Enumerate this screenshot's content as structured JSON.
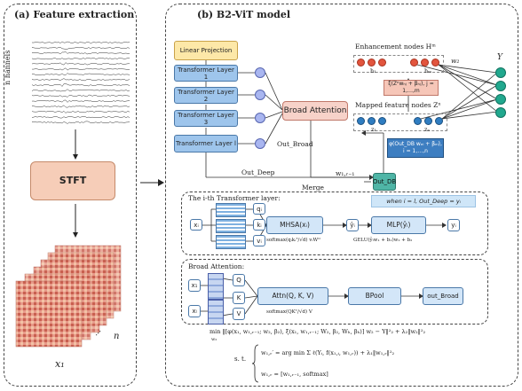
{
  "panel_a": {
    "title": "(a) Feature extraction",
    "channels_label": "n hannels",
    "stft_label": "STFT",
    "spectrogram_count_label": "n",
    "x_label": "x₁"
  },
  "panel_b": {
    "title": "(b) B2-ViT model",
    "linear_projection": "Linear Projection",
    "transformer_layers": [
      "Transformer Layer 1",
      "Transformer Layer 2",
      "Transformer Layer 3",
      "Transformer Layer l"
    ],
    "broad_attention": "Broad Attention",
    "out_broad": "Out_Broad",
    "out_deep": "Out_Deep",
    "merge": "Merge",
    "w1": "w₁,ᵣ₋₁",
    "out_db": "Out_DB",
    "enhancement_label": "Enhancement nodes Hᵐ",
    "mapped_label": "Mapped feature nodes Zⁿ",
    "enh_formula": "ξ(Zⁿwₕⱼ + βₕⱼ), j = 1,…,m",
    "map_formula": "φ(Out_DB wₑᵢ + βₑᵢ), i = 1,…,n",
    "w2": "w₂",
    "y": "Y",
    "h1": "h₁",
    "hm": "hₘ",
    "z1": "z₁",
    "zn": "zₙ"
  },
  "ith_layer": {
    "title": "The i-th Transformer layer:",
    "condition": "when i = l, Out_Deep = yₗ",
    "x_in": "xᵢ",
    "q": "qᵢ",
    "k": "kᵢ",
    "v": "vᵢ",
    "mhsa": "MHSA(xᵢ)",
    "softmax": "softmax(qᵢkᵢᵀ/√d) vᵢWᴼ",
    "yhat": "ŷᵢ",
    "mlp": "MLP(ŷᵢ)",
    "gelu": "GELU(ŷᵢw₁ + b₁)w₂ + b₂",
    "y_out": "yᵢ"
  },
  "broad_attention_block": {
    "title": "Broad Attention:",
    "x1": "x₁",
    "x2": "xₗ",
    "q": "Q",
    "k": "K",
    "v": "V",
    "attn": "Attn(Q, K, V)",
    "softmax": "softmax(QKᵀ/√d) V",
    "bpool": "BPool",
    "out": "out_Broad"
  },
  "formulas": {
    "objective": "min ‖[φ(x₁, w₁,ᵣ₋₁; w₂, β₂), ξ(x₁, w₁,ᵣ₋₁; W₂, β₂, Wₕ, βₕ)] w₂ − Y‖²₂ + λ₂‖w₂‖²₂",
    "min_sub": "w₂",
    "st": "s. t.",
    "c1": "w₁,ᵣ′ = arg min Σ ℓ(Yᵢ, f(x₁,ᵢ, w₁,ᵣ)) + λ₁‖w₁,ᵣ‖²₂",
    "c2": "w₁,ᵣ = [w₁,ᵣ₋₁, softmax]"
  },
  "colors": {
    "transformer": "#9ec5ec",
    "linear_projection": "#fde8a8",
    "broad_attention": "#f7d2c9",
    "stft": "#f6cdb8",
    "out_db": "#4fb5a6",
    "enhancement_node": "#e2553e",
    "mapped_node": "#2f7dc1",
    "output_node": "#21a88e"
  }
}
